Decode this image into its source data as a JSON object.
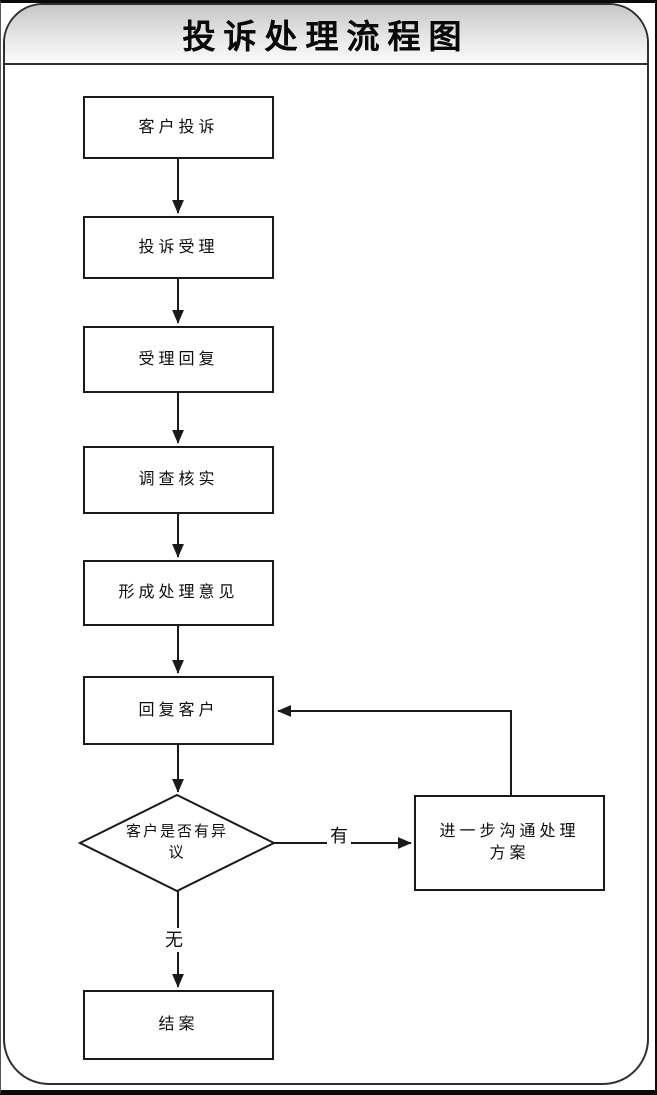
{
  "title": "投诉处理流程图",
  "flowchart": {
    "nodes": [
      {
        "id": "customer-complaint",
        "type": "process",
        "label": "客户投诉"
      },
      {
        "id": "complaint-acceptance",
        "type": "process",
        "label": "投诉受理"
      },
      {
        "id": "acceptance-reply",
        "type": "process",
        "label": "受理回复"
      },
      {
        "id": "investigate-verify",
        "type": "process",
        "label": "调查核实"
      },
      {
        "id": "form-handling-opinion",
        "type": "process",
        "label": "形成处理意见"
      },
      {
        "id": "reply-customer",
        "type": "process",
        "label": "回复客户"
      },
      {
        "id": "objection-decision",
        "type": "decision",
        "label": "客户是否有异议"
      },
      {
        "id": "further-communication",
        "type": "process",
        "label": "进一步沟通处理方案"
      },
      {
        "id": "case-closed",
        "type": "process",
        "label": "结案"
      }
    ],
    "edge_labels": {
      "yes": "有",
      "no": "无"
    },
    "edges": [
      "客户投诉 → 投诉受理",
      "投诉受理 → 受理回复",
      "受理回复 → 调查核实",
      "调查核实 → 形成处理意见",
      "形成处理意见 → 回复客户",
      "回复客户 → 客户是否有异议",
      "客户是否有异议 —有→ 进一步沟通处理方案",
      "进一步沟通处理方案 → 回复客户",
      "客户是否有异议 —无→ 结案"
    ]
  },
  "colors": {
    "line": "#1a1a1a",
    "box_border": "#1a1a1a",
    "box_fill": "#ffffff",
    "frame_border": "#2e2e2e",
    "header_gradient_top": "#c6c6c6",
    "header_gradient_bottom": "#fbfbfb",
    "text": "#0d0d0d"
  }
}
